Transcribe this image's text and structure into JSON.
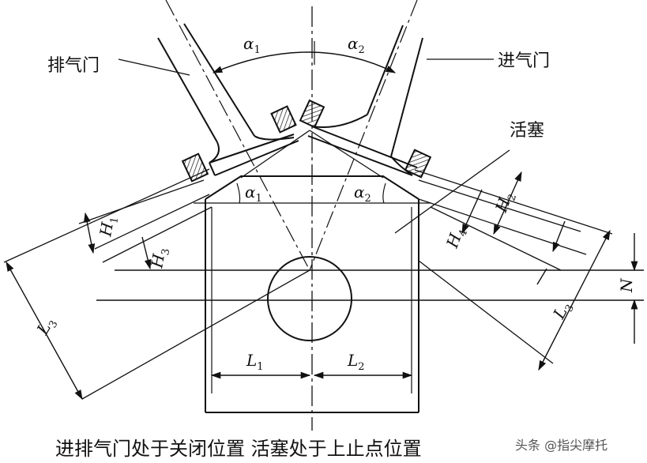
{
  "labels": {
    "exhaust_valve": "排气门",
    "intake_valve": "进气门",
    "piston": "活塞"
  },
  "symbols": {
    "alpha1": {
      "main": "α",
      "sub": "1"
    },
    "alpha2": {
      "main": "α",
      "sub": "2"
    },
    "H1": {
      "main": "H",
      "sub": "1"
    },
    "H2": {
      "main": "H",
      "sub": "2"
    },
    "H3": {
      "main": "H",
      "sub": "3"
    },
    "H4": {
      "main": "H",
      "sub": "4"
    },
    "L1": {
      "main": "L",
      "sub": "1"
    },
    "L2": {
      "main": "L",
      "sub": "2"
    },
    "L3": {
      "main": "L",
      "sub": "3"
    },
    "N": {
      "main": "N"
    }
  },
  "caption": "进排气门处于关闭位置 活塞处于上止点位置",
  "watermark": "头条 @指尖摩托"
}
